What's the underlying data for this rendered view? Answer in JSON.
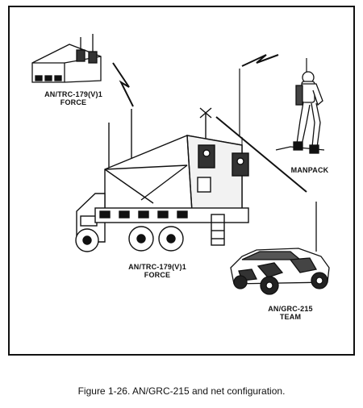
{
  "labels": {
    "top_station": [
      "AN/TRC-179(V)1",
      "FORCE"
    ],
    "manpack": "MANPACK",
    "truck_station": [
      "AN/TRC-179(V)1",
      "FORCE"
    ],
    "team": [
      "AN/GRC-215",
      "TEAM"
    ]
  },
  "caption": "Figure 1-26. AN/GRC-215 and net configuration."
}
